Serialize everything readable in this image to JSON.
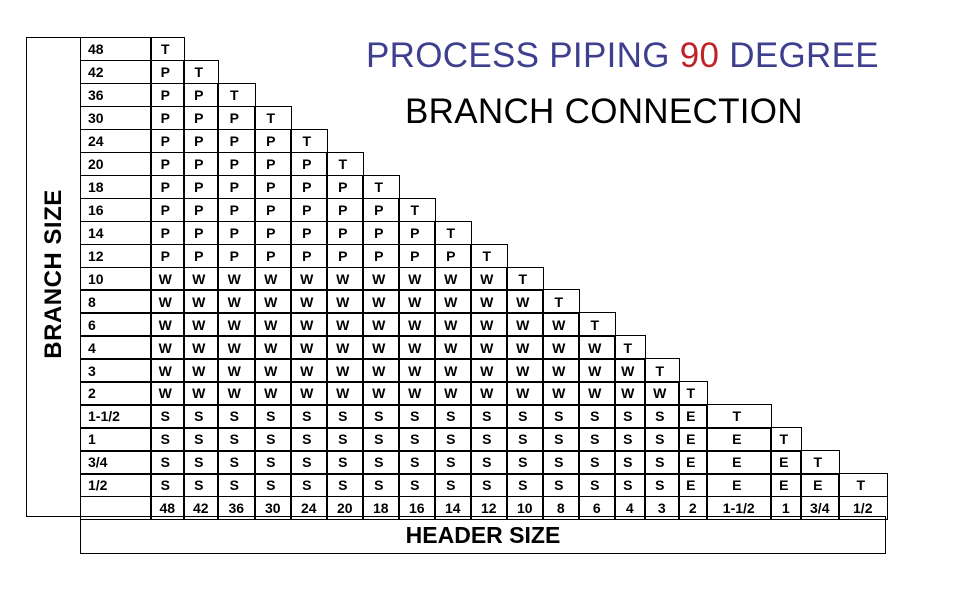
{
  "title": {
    "line1_before": "PROCESS PIPING ",
    "line1_accent": "90",
    "line1_after": " DEGREE",
    "line2": "BRANCH CONNECTION"
  },
  "axis_labels": {
    "branch": "BRANCH SIZE",
    "header": "HEADER SIZE"
  },
  "colors": {
    "title_blue": "#3f3f8f",
    "title_accent_red": "#c0222a",
    "grid_lines": "#000000"
  },
  "header_sizes": [
    "48",
    "42",
    "36",
    "30",
    "24",
    "20",
    "18",
    "16",
    "14",
    "12",
    "10",
    "8",
    "6",
    "4",
    "3",
    "2",
    "1-1/2",
    "1",
    "3/4",
    "1/2"
  ],
  "rows": [
    {
      "branch": "48",
      "codes": [
        "T"
      ]
    },
    {
      "branch": "42",
      "codes": [
        "P",
        "T"
      ]
    },
    {
      "branch": "36",
      "codes": [
        "P",
        "P",
        "T"
      ]
    },
    {
      "branch": "30",
      "codes": [
        "P",
        "P",
        "P",
        "T"
      ]
    },
    {
      "branch": "24",
      "codes": [
        "P",
        "P",
        "P",
        "P",
        "T"
      ]
    },
    {
      "branch": "20",
      "codes": [
        "P",
        "P",
        "P",
        "P",
        "P",
        "T"
      ]
    },
    {
      "branch": "18",
      "codes": [
        "P",
        "P",
        "P",
        "P",
        "P",
        "P",
        "T"
      ]
    },
    {
      "branch": "16",
      "codes": [
        "P",
        "P",
        "P",
        "P",
        "P",
        "P",
        "P",
        "T"
      ]
    },
    {
      "branch": "14",
      "codes": [
        "P",
        "P",
        "P",
        "P",
        "P",
        "P",
        "P",
        "P",
        "T"
      ]
    },
    {
      "branch": "12",
      "codes": [
        "P",
        "P",
        "P",
        "P",
        "P",
        "P",
        "P",
        "P",
        "P",
        "T"
      ]
    },
    {
      "branch": "10",
      "codes": [
        "W",
        "W",
        "W",
        "W",
        "W",
        "W",
        "W",
        "W",
        "W",
        "W",
        "T"
      ]
    },
    {
      "branch": "8",
      "codes": [
        "W",
        "W",
        "W",
        "W",
        "W",
        "W",
        "W",
        "W",
        "W",
        "W",
        "W",
        "T"
      ]
    },
    {
      "branch": "6",
      "codes": [
        "W",
        "W",
        "W",
        "W",
        "W",
        "W",
        "W",
        "W",
        "W",
        "W",
        "W",
        "W",
        "T"
      ]
    },
    {
      "branch": "4",
      "codes": [
        "W",
        "W",
        "W",
        "W",
        "W",
        "W",
        "W",
        "W",
        "W",
        "W",
        "W",
        "W",
        "W",
        "T"
      ]
    },
    {
      "branch": "3",
      "codes": [
        "W",
        "W",
        "W",
        "W",
        "W",
        "W",
        "W",
        "W",
        "W",
        "W",
        "W",
        "W",
        "W",
        "W",
        "T"
      ]
    },
    {
      "branch": "2",
      "codes": [
        "W",
        "W",
        "W",
        "W",
        "W",
        "W",
        "W",
        "W",
        "W",
        "W",
        "W",
        "W",
        "W",
        "W",
        "W",
        "T"
      ]
    },
    {
      "branch": "1-1/2",
      "codes": [
        "S",
        "S",
        "S",
        "S",
        "S",
        "S",
        "S",
        "S",
        "S",
        "S",
        "S",
        "S",
        "S",
        "S",
        "S",
        "E",
        "T"
      ]
    },
    {
      "branch": "1",
      "codes": [
        "S",
        "S",
        "S",
        "S",
        "S",
        "S",
        "S",
        "S",
        "S",
        "S",
        "S",
        "S",
        "S",
        "S",
        "S",
        "E",
        "E",
        "T"
      ]
    },
    {
      "branch": "3/4",
      "codes": [
        "S",
        "S",
        "S",
        "S",
        "S",
        "S",
        "S",
        "S",
        "S",
        "S",
        "S",
        "S",
        "S",
        "S",
        "S",
        "E",
        "E",
        "E",
        "T"
      ]
    },
    {
      "branch": "1/2",
      "codes": [
        "S",
        "S",
        "S",
        "S",
        "S",
        "S",
        "S",
        "S",
        "S",
        "S",
        "S",
        "S",
        "S",
        "S",
        "S",
        "E",
        "E",
        "E",
        "E",
        "T"
      ]
    }
  ]
}
